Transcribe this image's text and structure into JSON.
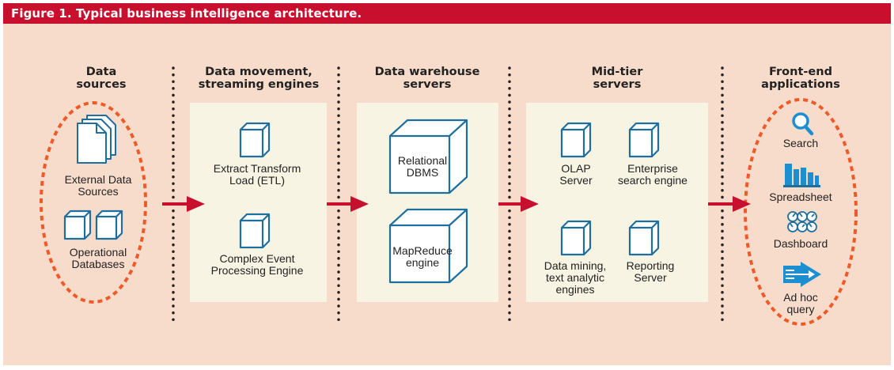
{
  "figure": {
    "title": "Figure 1. Typical business intelligence architecture."
  },
  "colors": {
    "banner": "#c8102e",
    "background": "#f8dccb",
    "panel": "#f7f4e4",
    "arrow": "#c8102e",
    "dashed_oval": "#f05a28",
    "icon_blue": "#1b8fd0",
    "icon_stroke": "#1f6f9e"
  },
  "columns": {
    "data_sources": {
      "heading_line1": "Data",
      "heading_line2": "sources"
    },
    "data_movement": {
      "heading_line1": "Data movement,",
      "heading_line2": "streaming engines"
    },
    "data_warehouse": {
      "heading_line1": "Data warehouse",
      "heading_line2": "servers"
    },
    "mid_tier": {
      "heading_line1": "Mid-tier",
      "heading_line2": "servers"
    },
    "front_end": {
      "heading_line1": "Front-end",
      "heading_line2": "applications"
    }
  },
  "data_sources": {
    "external": {
      "line1": "External Data",
      "line2": "Sources"
    },
    "operational": {
      "line1": "Operational",
      "line2": "Databases"
    }
  },
  "data_movement": {
    "etl": {
      "line1": "Extract Transform",
      "line2": "Load (ETL)"
    },
    "cep": {
      "line1": "Complex Event",
      "line2": "Processing Engine"
    }
  },
  "data_warehouse": {
    "relational": {
      "line1": "Relational",
      "line2": "DBMS"
    },
    "mapreduce": {
      "line1": "MapReduce",
      "line2": "engine"
    }
  },
  "mid_tier": {
    "olap": {
      "line1": "OLAP",
      "line2": "Server"
    },
    "enterprise": {
      "line1": "Enterprise",
      "line2": "search engine"
    },
    "mining": {
      "line1": "Data mining,",
      "line2": "text analytic",
      "line3": "engines"
    },
    "reporting": {
      "line1": "Reporting",
      "line2": "Server"
    }
  },
  "front_end": {
    "search": {
      "label": "Search",
      "icon": "magnifier-icon"
    },
    "spreadsheet": {
      "label": "Spreadsheet",
      "icon": "bar-chart-icon"
    },
    "dashboard": {
      "label": "Dashboard",
      "icon": "gauges-icon"
    },
    "adhoc": {
      "line1": "Ad hoc",
      "line2": "query",
      "icon": "query-arrow-icon"
    }
  }
}
